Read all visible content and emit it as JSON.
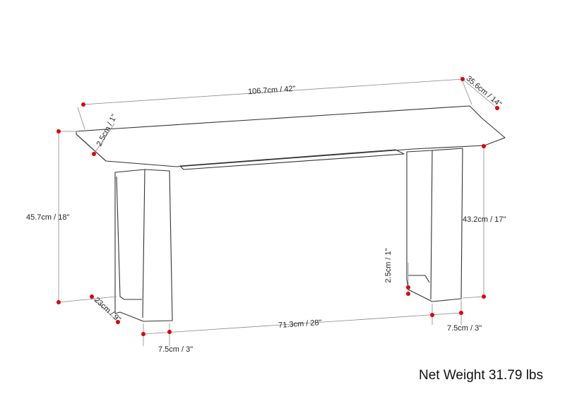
{
  "dimensions": {
    "length": "106.7cm / 42\"",
    "depth": "35.6cm / 14\"",
    "top_thickness": "2.5cm / 1\"",
    "total_height": "45.7cm / 18\"",
    "leg_height": "43.2cm / 17\"",
    "foot_thickness": "2.5cm / 1\"",
    "leg_depth": "23cm / 9\"",
    "leg_spacing": "71.3cm / 28\"",
    "leg_width_left": "7.5cm / 3\"",
    "leg_width_right": "7.5cm / 3\""
  },
  "net_weight": "Net Weight 31.79 lbs",
  "colors": {
    "marker": "#e00000",
    "outline": "#333333",
    "dimension_line": "#888888"
  }
}
